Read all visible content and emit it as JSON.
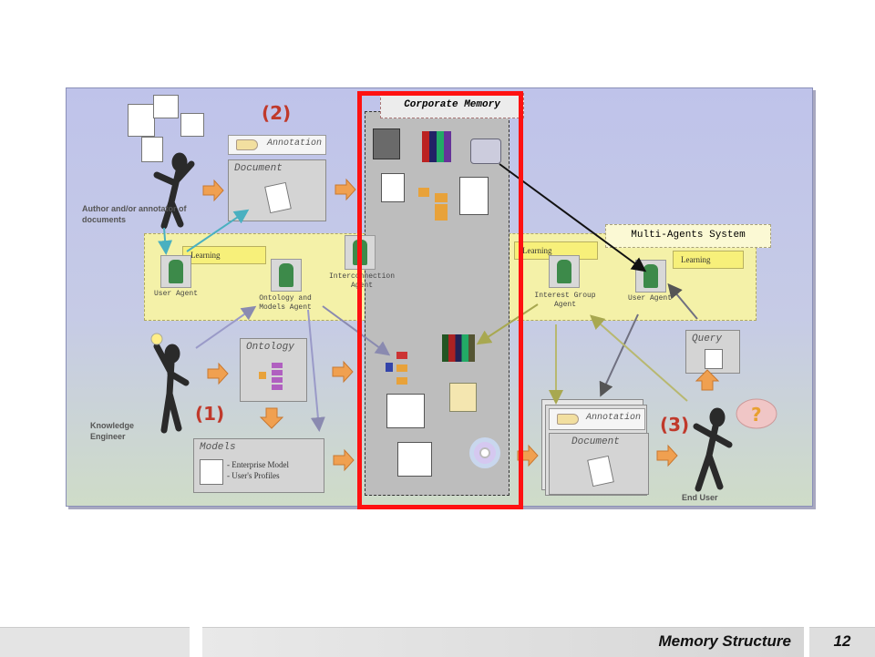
{
  "slide": {
    "title": "Memory Structure",
    "page_number": "12"
  },
  "corporate_memory": {
    "label": "Corporate Memory"
  },
  "multi_agents": {
    "label": "Multi-Agents System"
  },
  "cards": {
    "annotation_left": "Annotation",
    "document_left": "Document",
    "ontology": "Ontology",
    "models": "Models",
    "models_items": [
      "- Enterprise Model",
      "- User's Profiles"
    ],
    "annotation_right": "Annotation",
    "document_right": "Document",
    "query": "Query"
  },
  "learning": [
    "Learning",
    "Learning",
    "Learning"
  ],
  "agents": {
    "user_agent_left": "User Agent",
    "ontology_agent": "Ontology and Models Agent",
    "interconnection_agent": "Interconnection Agent",
    "interest_group_agent": "Interest Group Agent",
    "user_agent_right": "User Agent"
  },
  "people": {
    "author": "Author and/or annotator of documents",
    "engineer": "Knowledge Engineer",
    "end_user": "End User"
  },
  "steps": [
    "(2)",
    "(1)",
    "(3)"
  ],
  "colors": {
    "frame_red": "#ff1111",
    "band_yellow": "#f4f1a8",
    "arrow_orange": "#f0a050",
    "step_red": "#c0392b"
  }
}
